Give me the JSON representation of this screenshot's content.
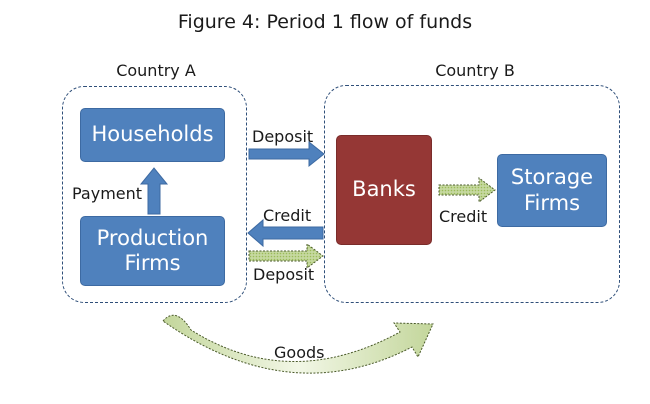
{
  "title": "Figure 4: Period 1 flow of funds",
  "regions": {
    "country_a": "Country A",
    "country_b": "Country B"
  },
  "nodes": {
    "households": "Households",
    "production_firms": "Production Firms",
    "banks": "Banks",
    "storage_firms": "Storage Firms"
  },
  "flows": {
    "payment": "Payment",
    "deposit_top": "Deposit",
    "credit_left": "Credit",
    "deposit_bottom": "Deposit",
    "credit_right": "Credit",
    "goods": "Goods"
  },
  "colors": {
    "blue_box": "#4f81bd",
    "red_box": "#953735",
    "region_border": "#2f4f79",
    "green_arrow": "#9bbb59"
  }
}
